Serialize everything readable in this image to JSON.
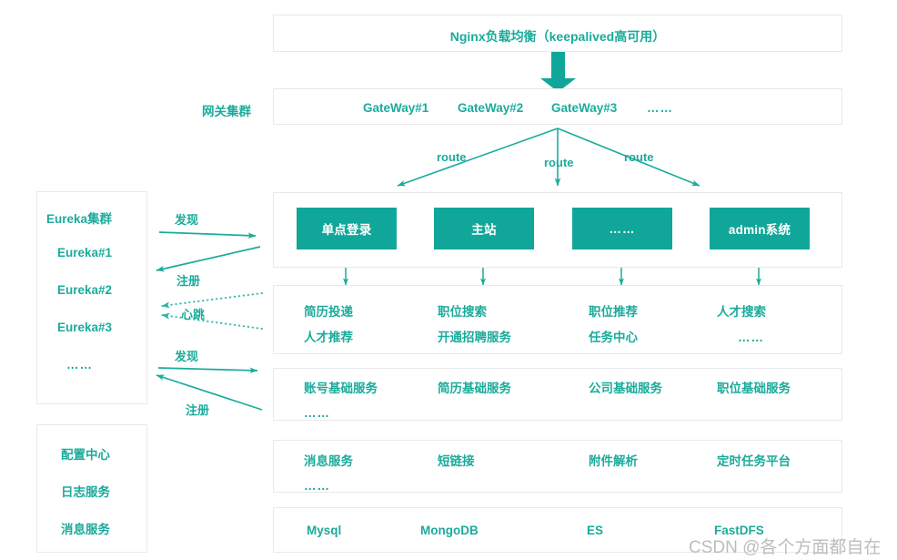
{
  "diagram": {
    "title": "Nginx负载均衡（keepalived高可用）",
    "accent_color": "#1bab9b",
    "chip_fill": "#10a79a",
    "panel_border": "#e9e9e9",
    "watermark": "CSDN @各个方面都自在"
  },
  "nginx": {
    "label": "Nginx负载均衡（keepalived高可用）"
  },
  "gateway": {
    "side_label": "网关集群",
    "nodes": [
      {
        "label": "GateWay#1"
      },
      {
        "label": "GateWay#2"
      },
      {
        "label": "GateWay#3"
      },
      {
        "label": "……"
      }
    ]
  },
  "routes": [
    {
      "label": "route"
    },
    {
      "label": "route"
    },
    {
      "label": "route"
    }
  ],
  "eureka": {
    "title": "Eureka集群",
    "items": [
      {
        "label": "Eureka#1"
      },
      {
        "label": "Eureka#2"
      },
      {
        "label": "Eureka#3"
      },
      {
        "label": "……"
      }
    ]
  },
  "infra": {
    "items": [
      {
        "label": "配置中心"
      },
      {
        "label": "日志服务"
      },
      {
        "label": "消息服务"
      }
    ]
  },
  "edges": {
    "discover_top": "发现",
    "register_top": "注册",
    "heartbeat": "心跳",
    "discover_bottom": "发现",
    "register_bottom": "注册"
  },
  "apps": {
    "chips": [
      {
        "label": "单点登录"
      },
      {
        "label": "主站"
      },
      {
        "label": "……"
      },
      {
        "label": "admin系统"
      }
    ]
  },
  "layers": [
    {
      "name": "business-services",
      "columns": [
        {
          "lines": [
            "简历投递",
            "人才推荐"
          ]
        },
        {
          "lines": [
            "职位搜索",
            "开通招聘服务"
          ]
        },
        {
          "lines": [
            "职位推荐",
            "任务中心"
          ]
        },
        {
          "lines": [
            "人才搜索",
            "……"
          ]
        }
      ]
    },
    {
      "name": "base-services",
      "columns": [
        {
          "lines": [
            "账号基础服务",
            "……"
          ]
        },
        {
          "lines": [
            "简历基础服务"
          ]
        },
        {
          "lines": [
            "公司基础服务"
          ]
        },
        {
          "lines": [
            "职位基础服务"
          ]
        }
      ]
    },
    {
      "name": "support-services",
      "columns": [
        {
          "lines": [
            "消息服务",
            "……"
          ]
        },
        {
          "lines": [
            "短链接"
          ]
        },
        {
          "lines": [
            "附件解析"
          ]
        },
        {
          "lines": [
            "定时任务平台"
          ]
        }
      ]
    },
    {
      "name": "storage-layer",
      "columns": [
        {
          "lines": [
            "Mysql"
          ]
        },
        {
          "lines": [
            "MongoDB"
          ]
        },
        {
          "lines": [
            "ES"
          ]
        },
        {
          "lines": [
            "FastDFS"
          ]
        }
      ]
    }
  ]
}
